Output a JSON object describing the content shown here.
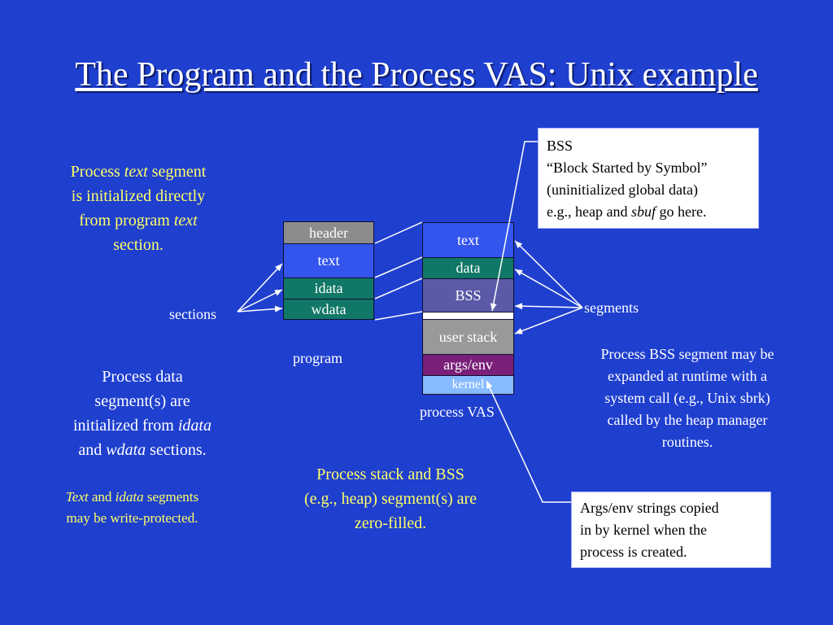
{
  "title": "The Program and the Process VAS: Unix example",
  "left_notes": {
    "text_segment": [
      "Process ",
      "text",
      " segment",
      "is initialized directly",
      "from program ",
      "text",
      "section."
    ],
    "sections_label": "sections",
    "data_segment": [
      "Process data",
      "segment(s) are",
      "initialized from ",
      "idata",
      "and ",
      "wdata",
      " sections."
    ],
    "protect": [
      "Text",
      " and ",
      "idata",
      " segments",
      "may be write-protected."
    ]
  },
  "program": {
    "label": "program",
    "sections": [
      "header",
      "text",
      "idata",
      "wdata"
    ]
  },
  "process_vas": {
    "label": "process VAS",
    "segments": [
      "text",
      "data",
      "BSS",
      "user stack",
      "args/env",
      "kernel"
    ]
  },
  "segments_label": "segments",
  "bss_callout": {
    "lines": [
      "BSS",
      "“Block Started by Symbol”",
      "(uninitialized global data)",
      "e.g., heap and ",
      "sbuf",
      " go here."
    ]
  },
  "bss_expand": [
    "Process BSS segment may be",
    "expanded at runtime with a",
    "system call (e.g., Unix sbrk)",
    "called by the heap manager",
    "routines."
  ],
  "stack_note": [
    "Process stack and BSS",
    "(e.g., heap) segment(s) are",
    "zero-filled."
  ],
  "args_callout": [
    "Args/env strings copied",
    "in by kernel when the",
    "process is created."
  ],
  "colors": {
    "background": "#1f3fcf",
    "header": "#8c8c8c",
    "text_seg": "#3355ee",
    "data_seg": "#117766",
    "bss": "#5a5aa8",
    "user_stack": "#999999",
    "args_env": "#7a1f7a",
    "kernel": "#88bbff",
    "note": "#ffff66"
  }
}
